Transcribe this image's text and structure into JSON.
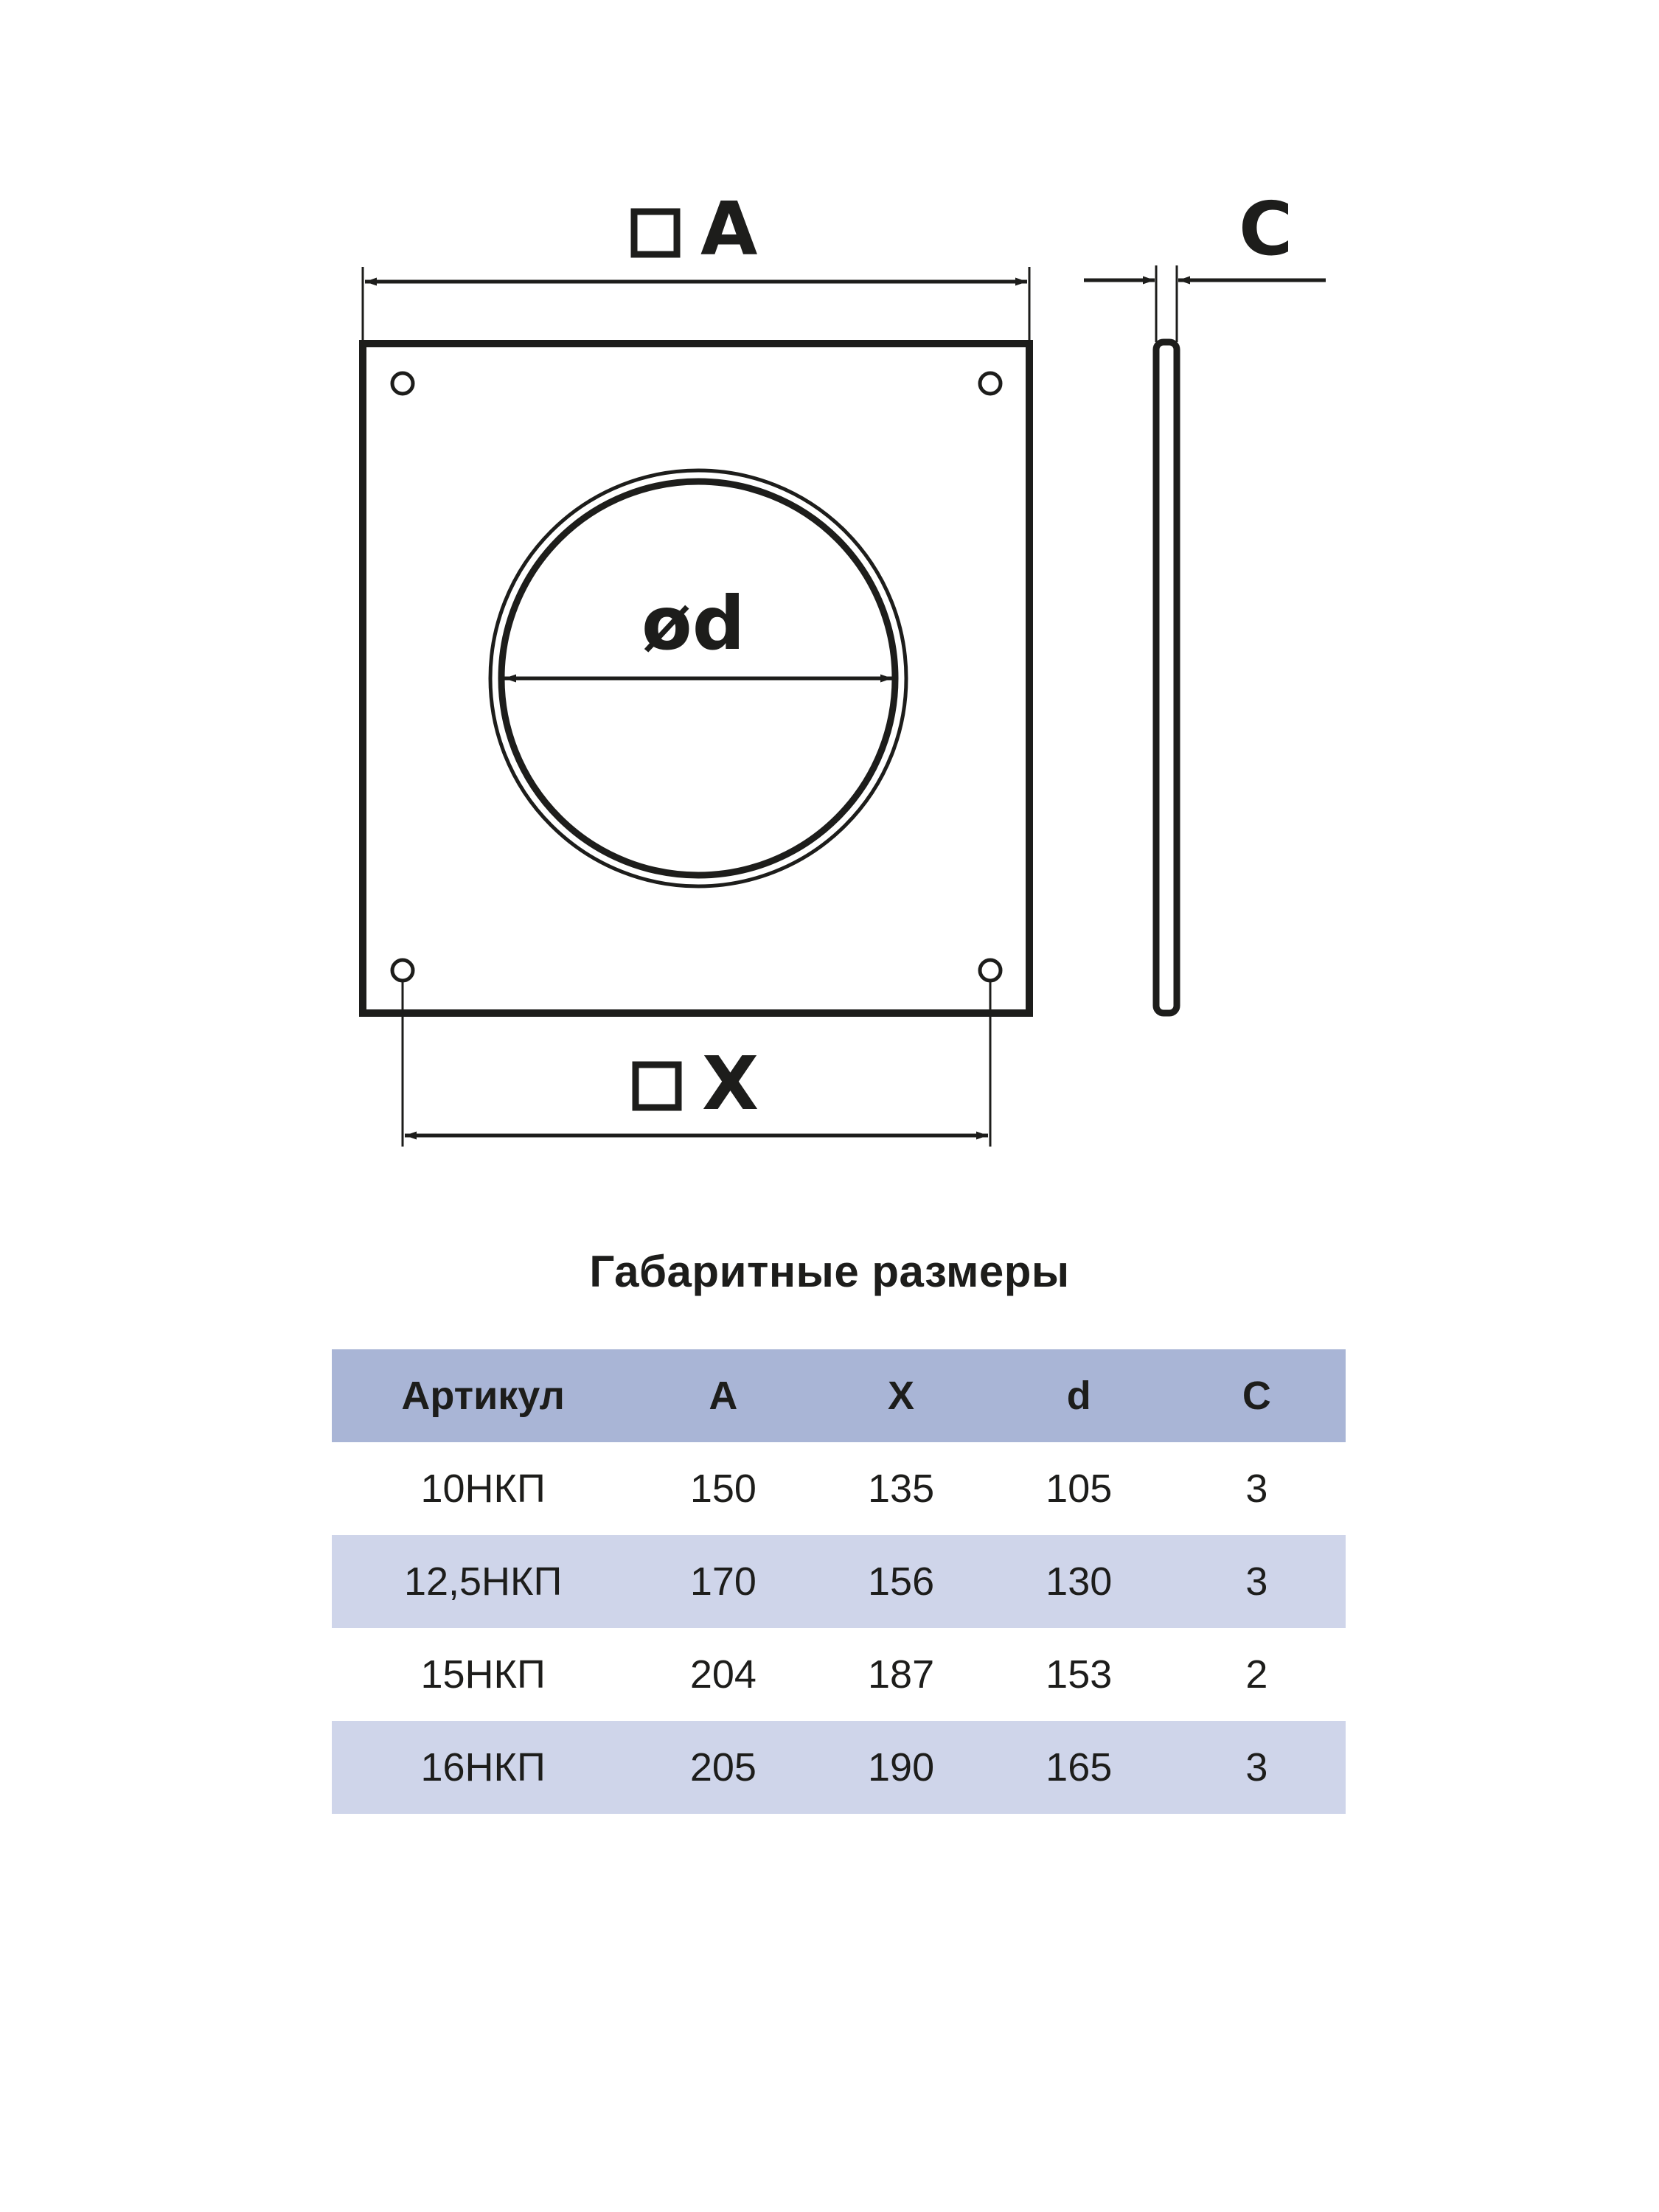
{
  "drawing": {
    "labels": {
      "a": "A",
      "x": "X",
      "c": "C",
      "d": "ød"
    },
    "line_color": "#1d1d1b"
  },
  "table": {
    "title": "Габаритные размеры",
    "header": [
      "Артикул",
      "A",
      "X",
      "d",
      "C"
    ],
    "rows": [
      [
        "10НКП",
        "150",
        "135",
        "105",
        "3"
      ],
      [
        "12,5НКП",
        "170",
        "156",
        "130",
        "3"
      ],
      [
        "15НКП",
        "204",
        "187",
        "153",
        "2"
      ],
      [
        "16НКП",
        "205",
        "190",
        "165",
        "3"
      ]
    ],
    "colors": {
      "header_bg": "#a9b5d6",
      "shaded_row_bg": "#cfd5ea"
    }
  }
}
